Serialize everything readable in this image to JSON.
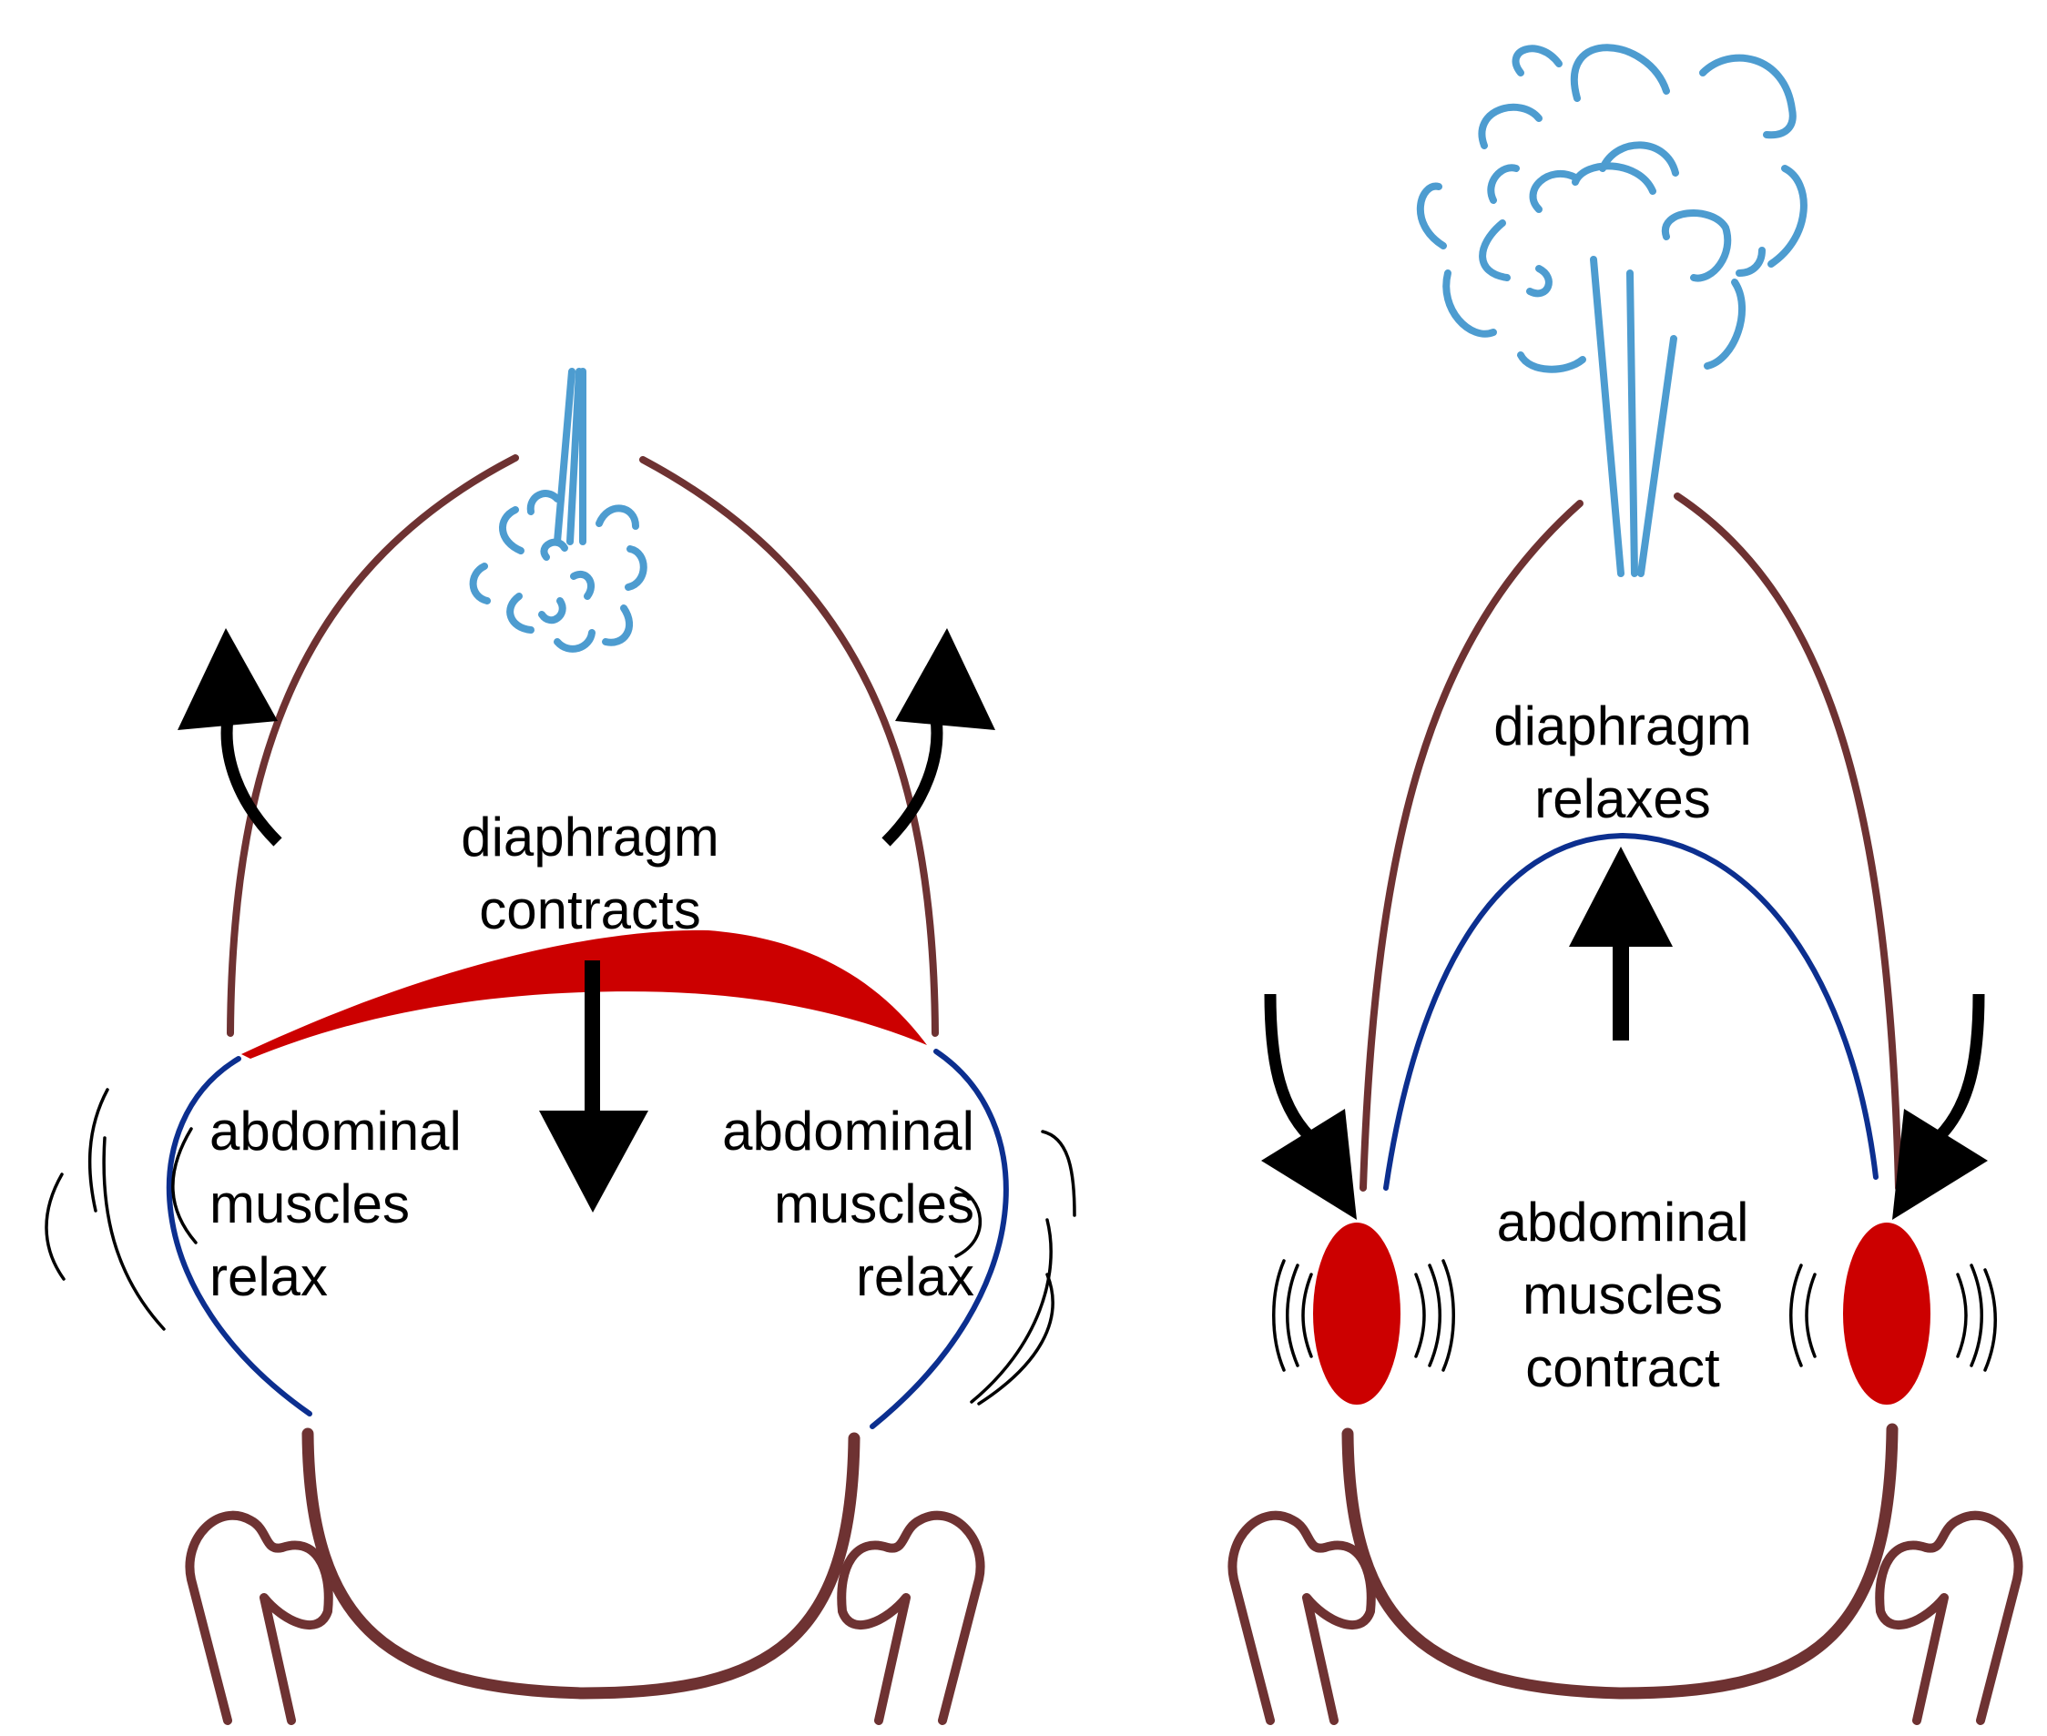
{
  "panels": {
    "inhale": {
      "diaphragm_line1": "diaphragm",
      "diaphragm_line2": "contracts",
      "left_muscle_line1": "abdominal",
      "left_muscle_line2": "muscles",
      "left_muscle_line3": "relax",
      "right_muscle_line1": "abdominal",
      "right_muscle_line2": "muscles",
      "right_muscle_line3": "relax"
    },
    "exhale": {
      "diaphragm_line1": "diaphragm",
      "diaphragm_line2": "relaxes",
      "muscle_line1": "abdominal",
      "muscle_line2": "muscles",
      "muscle_line3": "contract"
    }
  },
  "colors": {
    "body_outline": "#6e3232",
    "diaphragm_contracted": "#cc0000",
    "relaxed_line": "#0c2f8f",
    "air": "#4d9cd0",
    "arrows": "#000000"
  }
}
